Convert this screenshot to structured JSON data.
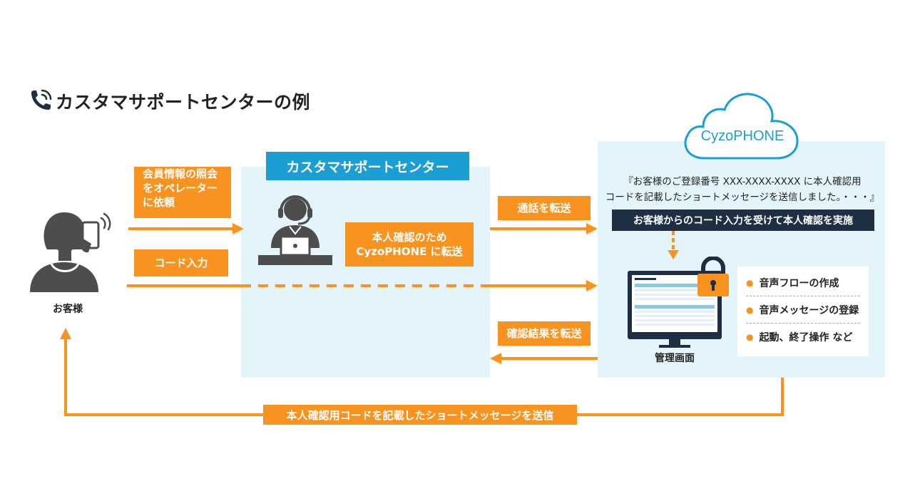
{
  "title": "カスタマサポートセンターの例",
  "customer": {
    "label": "お客様"
  },
  "support_center": {
    "title": "カスタマサポートセンター",
    "action": [
      "本人確認のため",
      "CyzoPHONE に転送"
    ]
  },
  "cyzophone": {
    "logo": "CyzoPHONE",
    "quote": [
      "『お客様のご登録番号 XXX-XXXX-XXXX に本人確認用",
      "コードを記載したショートメッセージを送信しました。・・・』"
    ],
    "status_bar": "お客様からのコード入力を受けて本人確認を実施",
    "screen_label": "管理画面",
    "features": [
      "音声フローの作成",
      "音声メッセージの登録",
      "起動、終了操作 など"
    ]
  },
  "steps": {
    "request": [
      "会員情報の照会",
      "をオペレーター",
      "に依頼"
    ],
    "code_input": "コード入力",
    "transfer_call": "通話を転送",
    "transfer_result": "確認結果を転送",
    "send_sms": "本人確認用コードを記載したショートメッセージを送信"
  },
  "colors": {
    "orange": "#f7931e",
    "blue": "#1a9ed3",
    "dark": "#1f2f43",
    "panel": "#e3f5fa",
    "person": "#4d4d4d"
  },
  "icons": [
    "phone-icon",
    "customer-person-icon",
    "operator-icon",
    "cloud-icon",
    "monitor-icon",
    "lock-icon"
  ]
}
